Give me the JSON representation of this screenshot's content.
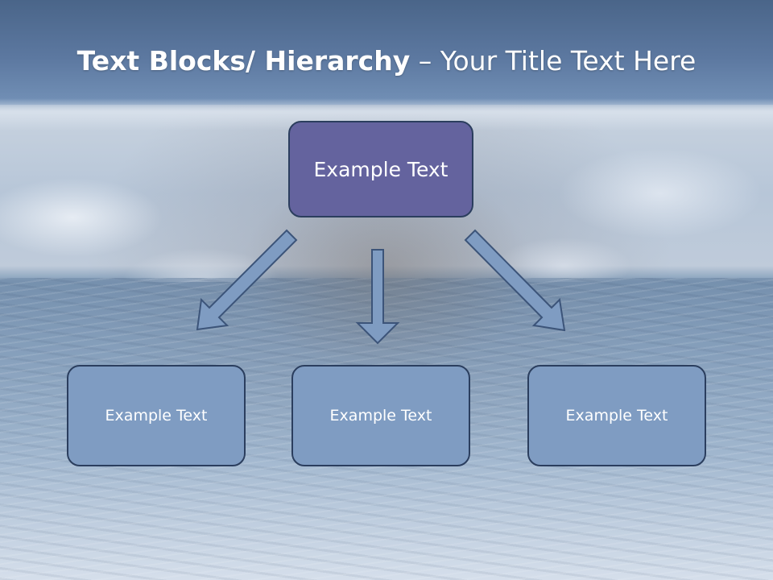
{
  "slide": {
    "title_bold": "Text Blocks/ Hierarchy",
    "title_rest": " – Your Title Text Here"
  },
  "diagram": {
    "top_node": {
      "label": "Example Text"
    },
    "children": [
      {
        "label": "Example Text"
      },
      {
        "label": "Example Text"
      },
      {
        "label": "Example Text"
      }
    ]
  },
  "colors": {
    "top_node_fill": "#64639e",
    "child_node_fill": "#7f9cc2",
    "node_border": "#2b3e5e",
    "arrow_fill": "#7f9cc2"
  }
}
